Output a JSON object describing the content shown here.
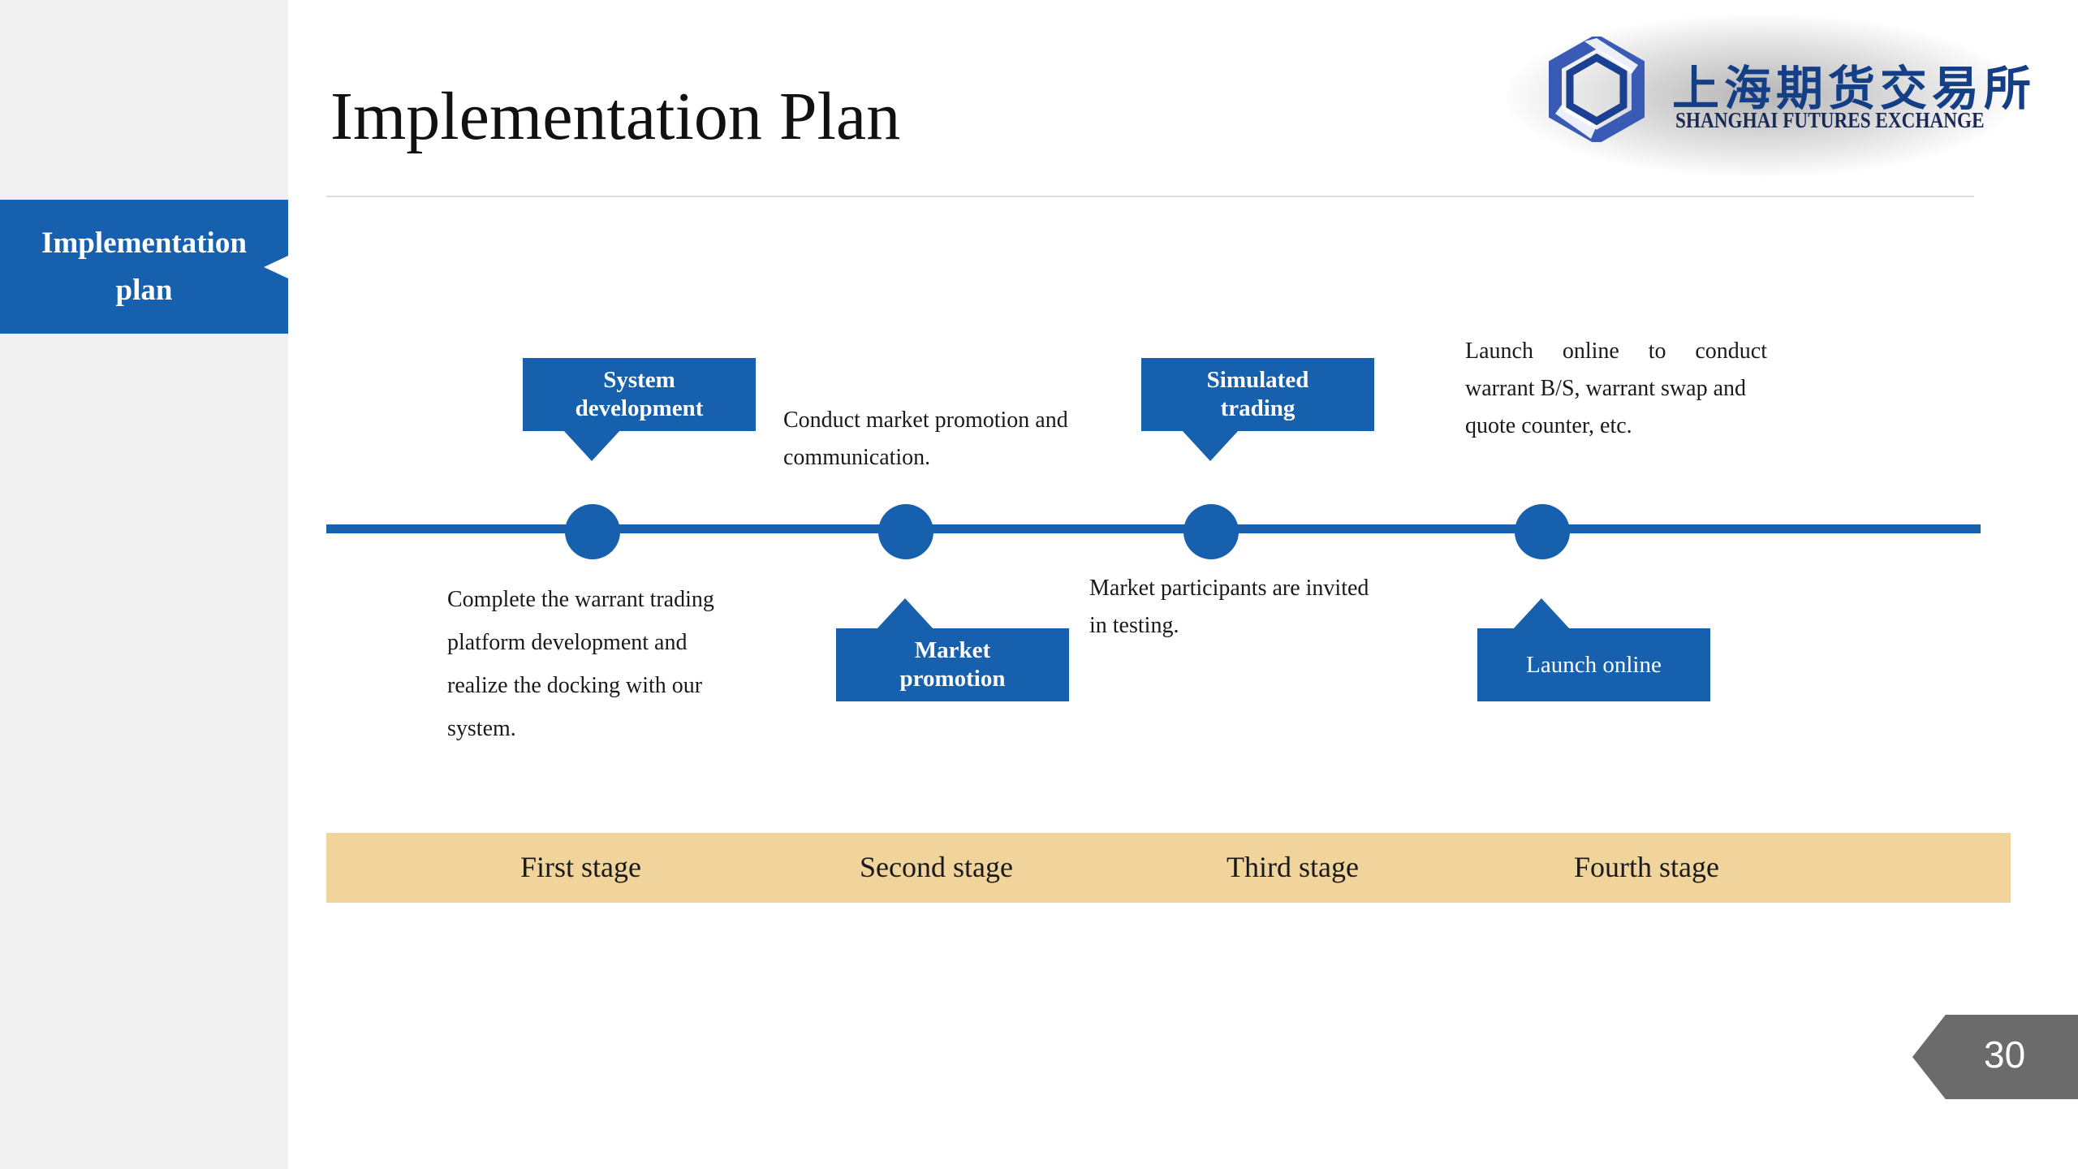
{
  "title": "Implementation Plan",
  "sidebar": {
    "tab_line1": "Implementation",
    "tab_line2": "plan"
  },
  "logo": {
    "chinese": "上海期货交易所",
    "english": "SHANGHAI FUTURES EXCHANGE"
  },
  "milestones": [
    {
      "callout": "System development",
      "callout_line1": "System",
      "callout_line2": "development",
      "position": "above",
      "description": [
        "Complete the warrant trading",
        "platform development and",
        "realize the docking with our",
        "system."
      ]
    },
    {
      "callout": "Market promotion",
      "callout_line1": "Market",
      "callout_line2": "promotion",
      "position": "below",
      "description": [
        "Conduct market promotion and",
        "communication."
      ]
    },
    {
      "callout": "Simulated trading",
      "callout_line1": "Simulated",
      "callout_line2": "trading",
      "position": "above",
      "description": [
        "Market participants are invited",
        "in testing."
      ]
    },
    {
      "callout": "Launch online",
      "position": "below",
      "description": [
        "Launch online to conduct",
        "warrant B/S, warrant swap and",
        "quote counter, etc."
      ]
    }
  ],
  "stages": [
    "First stage",
    "Second stage",
    "Third stage",
    "Fourth stage"
  ],
  "colors": {
    "primary": "#1660ad",
    "stage_band": "#f1d49b",
    "sidebar": "#f0f0f0",
    "page_badge": "#6b6b6b"
  },
  "page_number": "30"
}
